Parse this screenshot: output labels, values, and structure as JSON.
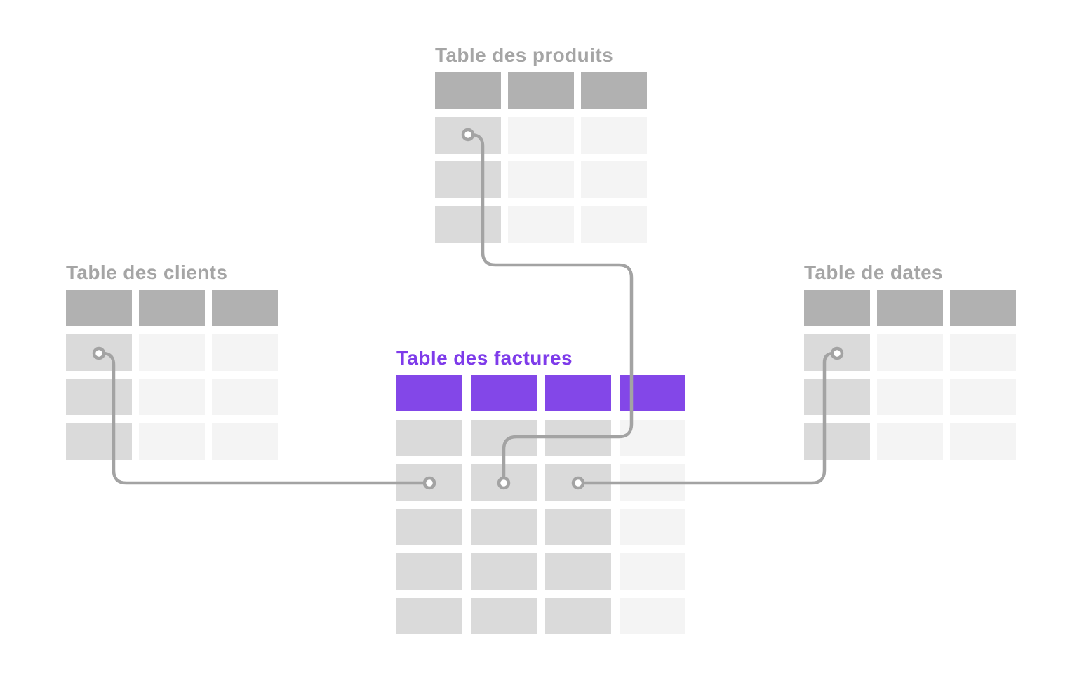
{
  "diagram": {
    "tables": [
      {
        "id": "produits",
        "title": "Table des produits",
        "columns": 3,
        "data_rows": 3,
        "accent": false
      },
      {
        "id": "clients",
        "title": "Table des clients",
        "columns": 3,
        "data_rows": 3,
        "accent": false
      },
      {
        "id": "dates",
        "title": "Table de dates",
        "columns": 3,
        "data_rows": 3,
        "accent": false
      },
      {
        "id": "factures",
        "title": "Table des factures",
        "columns": 4,
        "data_rows": 5,
        "accent": true
      }
    ],
    "relationships": [
      {
        "from": "produits",
        "to": "factures"
      },
      {
        "from": "clients",
        "to": "factures"
      },
      {
        "from": "dates",
        "to": "factures"
      }
    ],
    "colors": {
      "accent_purple": "#8347e8",
      "title_purple": "#7e3bea",
      "header_gray": "#b1b1b1",
      "key_gray": "#dadada",
      "light_gray": "#f4f4f4",
      "title_gray": "#a5a5a5",
      "connector_gray": "#a3a3a3"
    }
  }
}
